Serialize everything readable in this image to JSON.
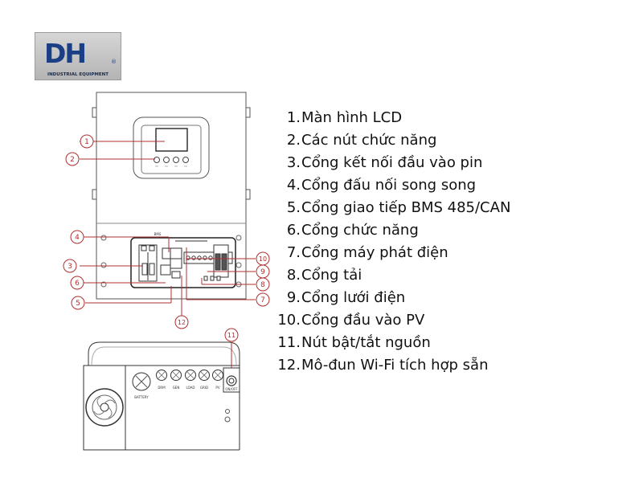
{
  "brand": {
    "mark": "DH",
    "registered": "®",
    "tagline": "INDUSTRIAL EQUIPMENT"
  },
  "callouts": [
    "1",
    "2",
    "3",
    "4",
    "5",
    "6",
    "7",
    "8",
    "9",
    "10",
    "11",
    "12"
  ],
  "panel": {
    "top_label": "BMS",
    "port_labels": [
      "DRM",
      "GEN",
      "LOAD",
      "GRID",
      "PV"
    ],
    "battery_label": "BATTERY",
    "switch_label": "ON/OFF"
  },
  "legend": [
    {
      "num": "1.",
      "text": "Màn hình LCD"
    },
    {
      "num": "2.",
      "text": "Các nút chức năng"
    },
    {
      "num": "3.",
      "text": "Cổng kết nối đầu vào pin"
    },
    {
      "num": "4.",
      "text": "Cổng đấu nối song song"
    },
    {
      "num": "5.",
      "text": "Cổng giao tiếp BMS 485/CAN"
    },
    {
      "num": "6.",
      "text": "Cổng chức năng"
    },
    {
      "num": "7.",
      "text": "Cổng máy phát điện"
    },
    {
      "num": "8.",
      "text": "Cổng tải"
    },
    {
      "num": "9.",
      "text": "Cổng lưới điện"
    },
    {
      "num": "10.",
      "text": "Cổng đầu vào PV"
    },
    {
      "num": "11.",
      "text": "Nút bật/tắt nguồn"
    },
    {
      "num": "12.",
      "text": "Mô-đun Wi-Fi tích hợp sẵn"
    }
  ]
}
